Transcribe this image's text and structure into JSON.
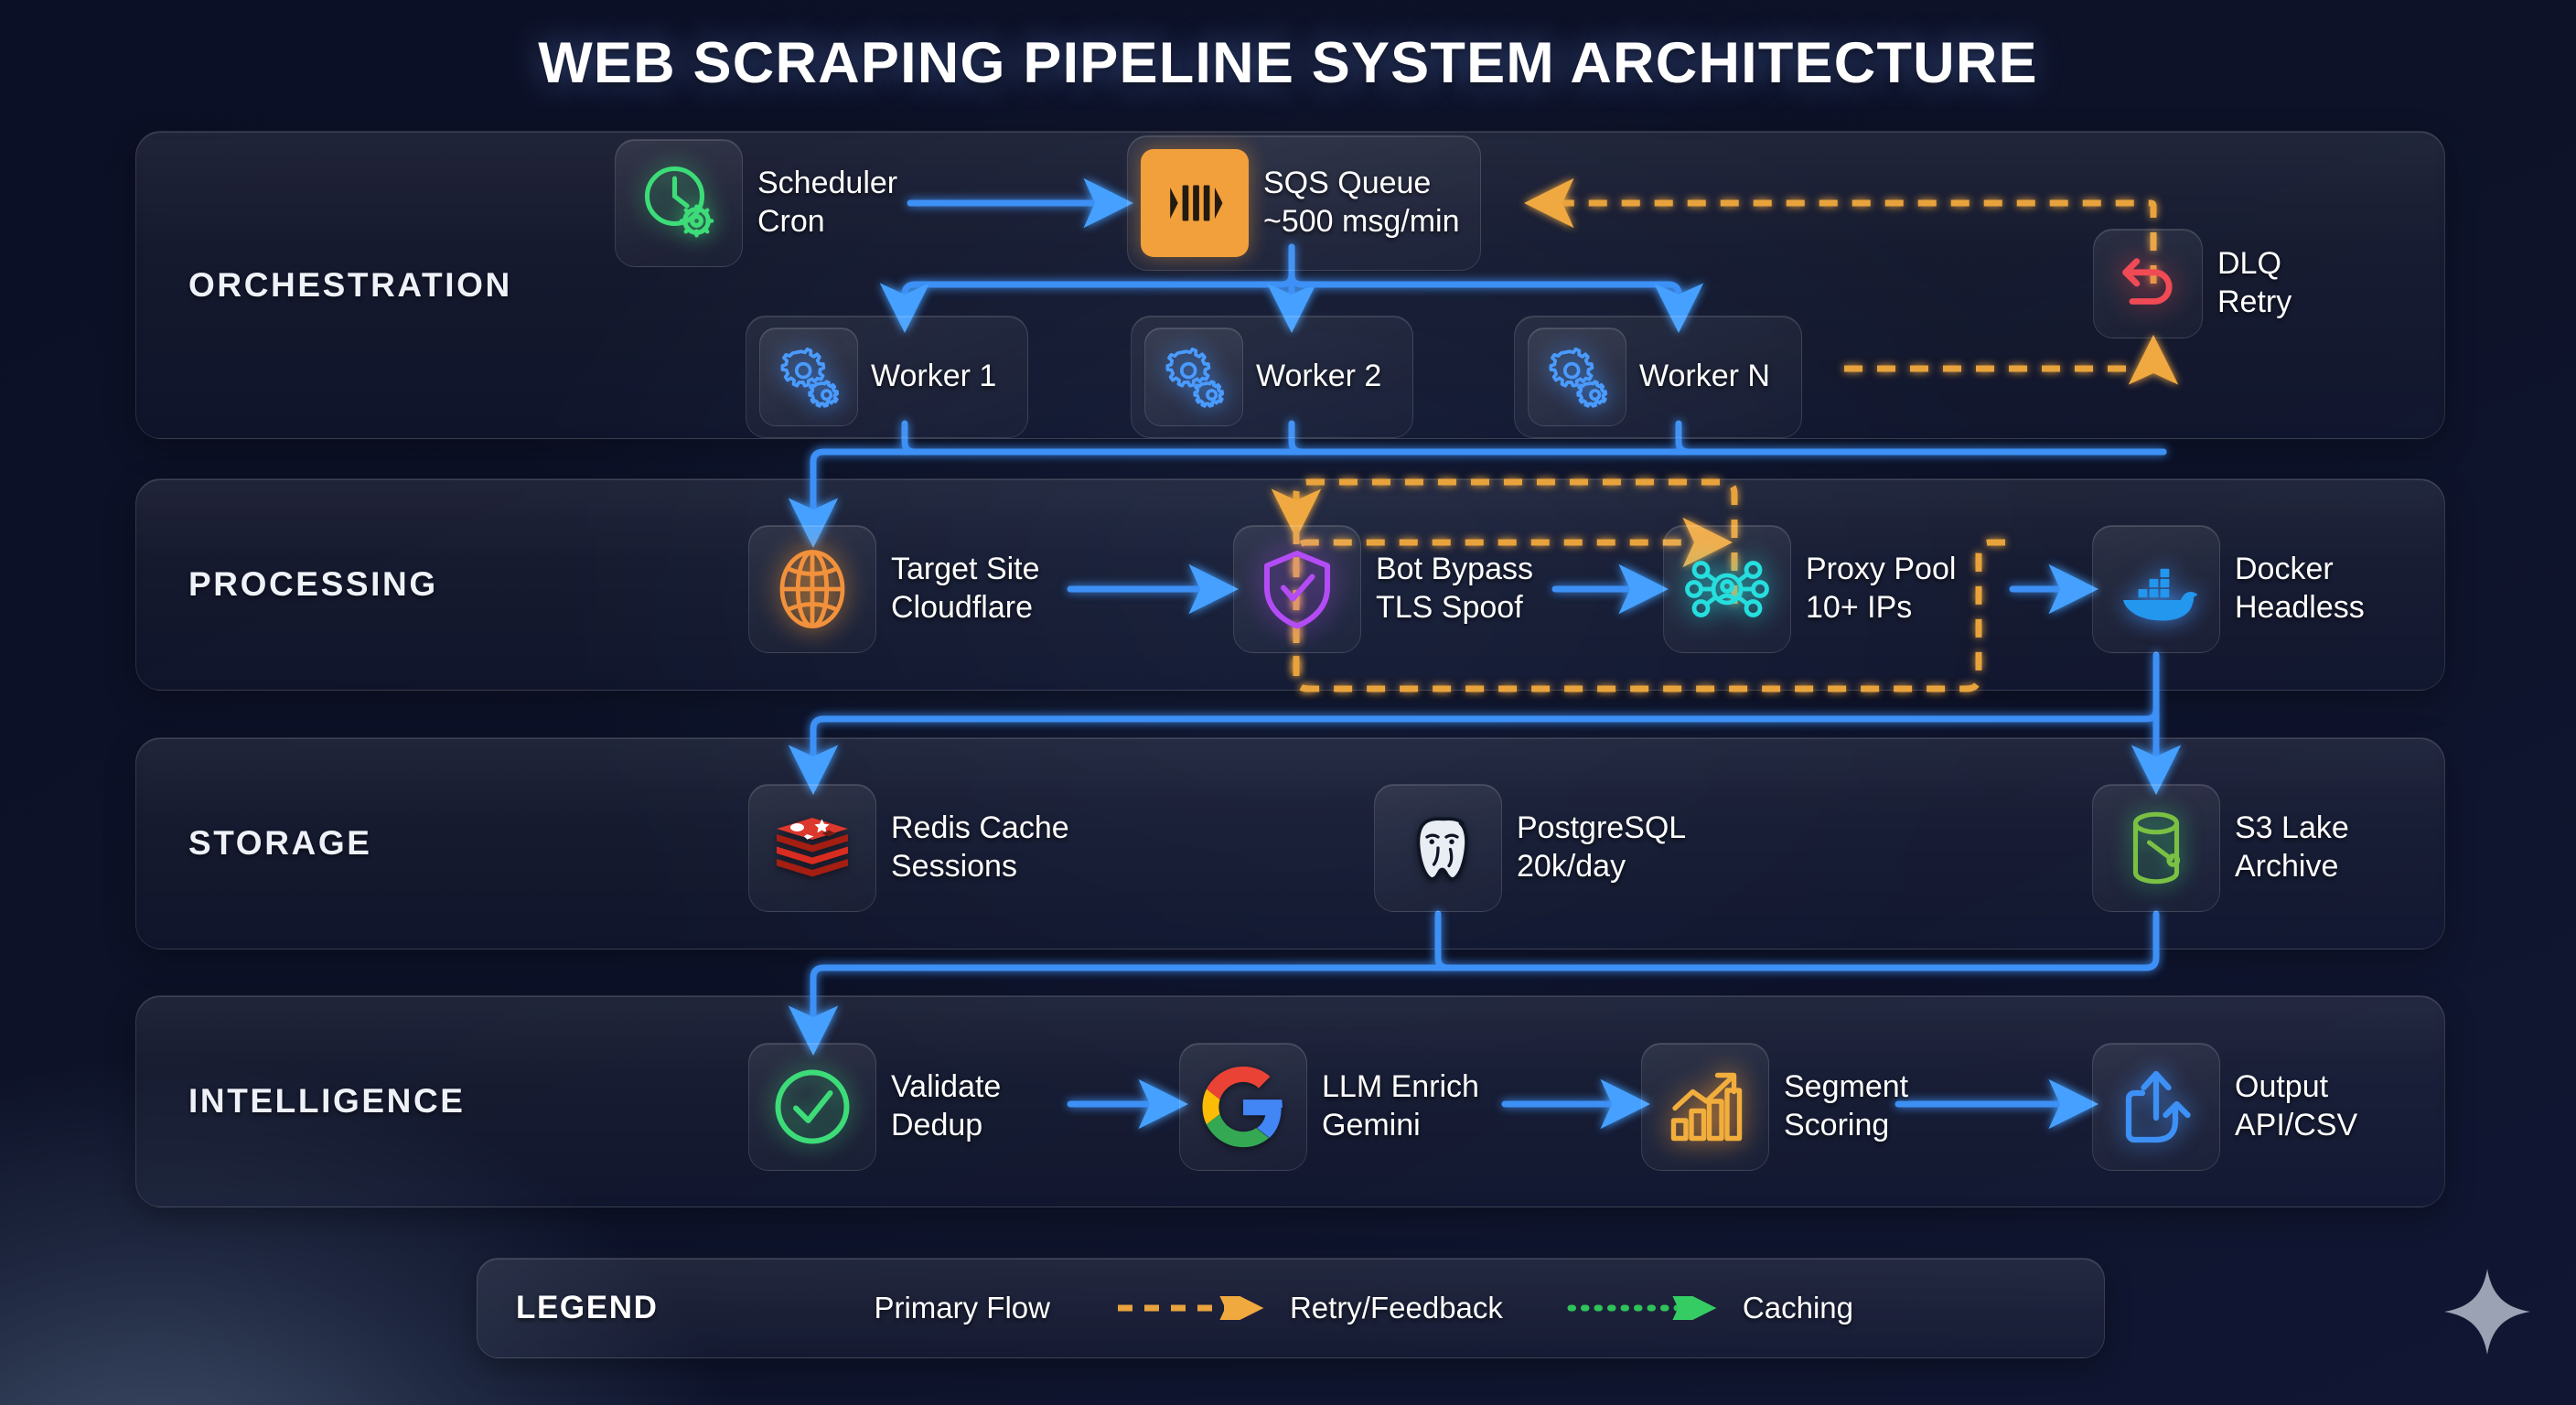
{
  "header": {
    "title": "WEB SCRAPING PIPELINE SYSTEM ARCHITECTURE"
  },
  "colors": {
    "primary_flow": "#3d90f5",
    "retry_feedback": "#e8a33d",
    "caching": "#2fc35a",
    "background": "#0d1228",
    "title": "#ffffff"
  },
  "bands": [
    {
      "id": "orchestration",
      "label": "ORCHESTRATION"
    },
    {
      "id": "processing",
      "label": "PROCESSING"
    },
    {
      "id": "storage",
      "label": "STORAGE"
    },
    {
      "id": "intelligence",
      "label": "INTELLIGENCE"
    }
  ],
  "nodes": {
    "scheduler": {
      "line1": "Scheduler",
      "line2": "Cron",
      "icon": "clock-gear-icon",
      "color": "#3ddc78"
    },
    "sqs": {
      "line1": "SQS Queue",
      "line2": "~500 msg/min",
      "icon": "sqs-queue-icon",
      "color": "#f2a03c"
    },
    "dlq": {
      "line1": "DLQ",
      "line2": "Retry",
      "icon": "undo-arrow-icon",
      "color": "#f04a55"
    },
    "worker1": {
      "line1": "Worker 1",
      "line2": "",
      "icon": "gears-icon",
      "color": "#4a9bff"
    },
    "worker2": {
      "line1": "Worker 2",
      "line2": "",
      "icon": "gears-icon",
      "color": "#4a9bff"
    },
    "workerN": {
      "line1": "Worker N",
      "line2": "",
      "icon": "gears-icon",
      "color": "#4a9bff"
    },
    "target": {
      "line1": "Target Site",
      "line2": "Cloudflare",
      "icon": "globe-icon",
      "color": "#f2913c"
    },
    "bot": {
      "line1": "Bot Bypass",
      "line2": "TLS Spoof",
      "icon": "shield-check-icon",
      "color": "#b44cf5"
    },
    "proxy": {
      "line1": "Proxy Pool",
      "line2": "10+ IPs",
      "icon": "network-nodes-icon",
      "color": "#26dede"
    },
    "docker": {
      "line1": "Docker",
      "line2": "Headless",
      "icon": "docker-whale-icon",
      "color": "#2396ed"
    },
    "redis": {
      "line1": "Redis Cache",
      "line2": "Sessions",
      "icon": "redis-icon",
      "color": "#dc2418"
    },
    "postgres": {
      "line1": "PostgreSQL",
      "line2": "20k/day",
      "icon": "postgresql-icon",
      "color": "#336791"
    },
    "s3": {
      "line1": "S3 Lake",
      "line2": "Archive",
      "icon": "s3-bucket-icon",
      "color": "#7ac143"
    },
    "validate": {
      "line1": "Validate",
      "line2": "Dedup",
      "icon": "check-circle-icon",
      "color": "#3ddc78"
    },
    "llm": {
      "line1": "LLM Enrich",
      "line2": "Gemini",
      "icon": "google-g-icon",
      "color": "#4285f4"
    },
    "segment": {
      "line1": "Segment",
      "line2": "Scoring",
      "icon": "bar-chart-up-icon",
      "color": "#f2ae3c"
    },
    "output": {
      "line1": "Output",
      "line2": "API/CSV",
      "icon": "export-icon",
      "color": "#3d90f5"
    }
  },
  "legend": {
    "title": "LEGEND",
    "items": [
      {
        "label": "Primary Flow",
        "style": "solid",
        "color": "#3d90f5"
      },
      {
        "label": "Retry/Feedback",
        "style": "dashed",
        "color": "#e8a33d"
      },
      {
        "label": "Caching",
        "style": "dotted",
        "color": "#2fc35a"
      }
    ]
  }
}
